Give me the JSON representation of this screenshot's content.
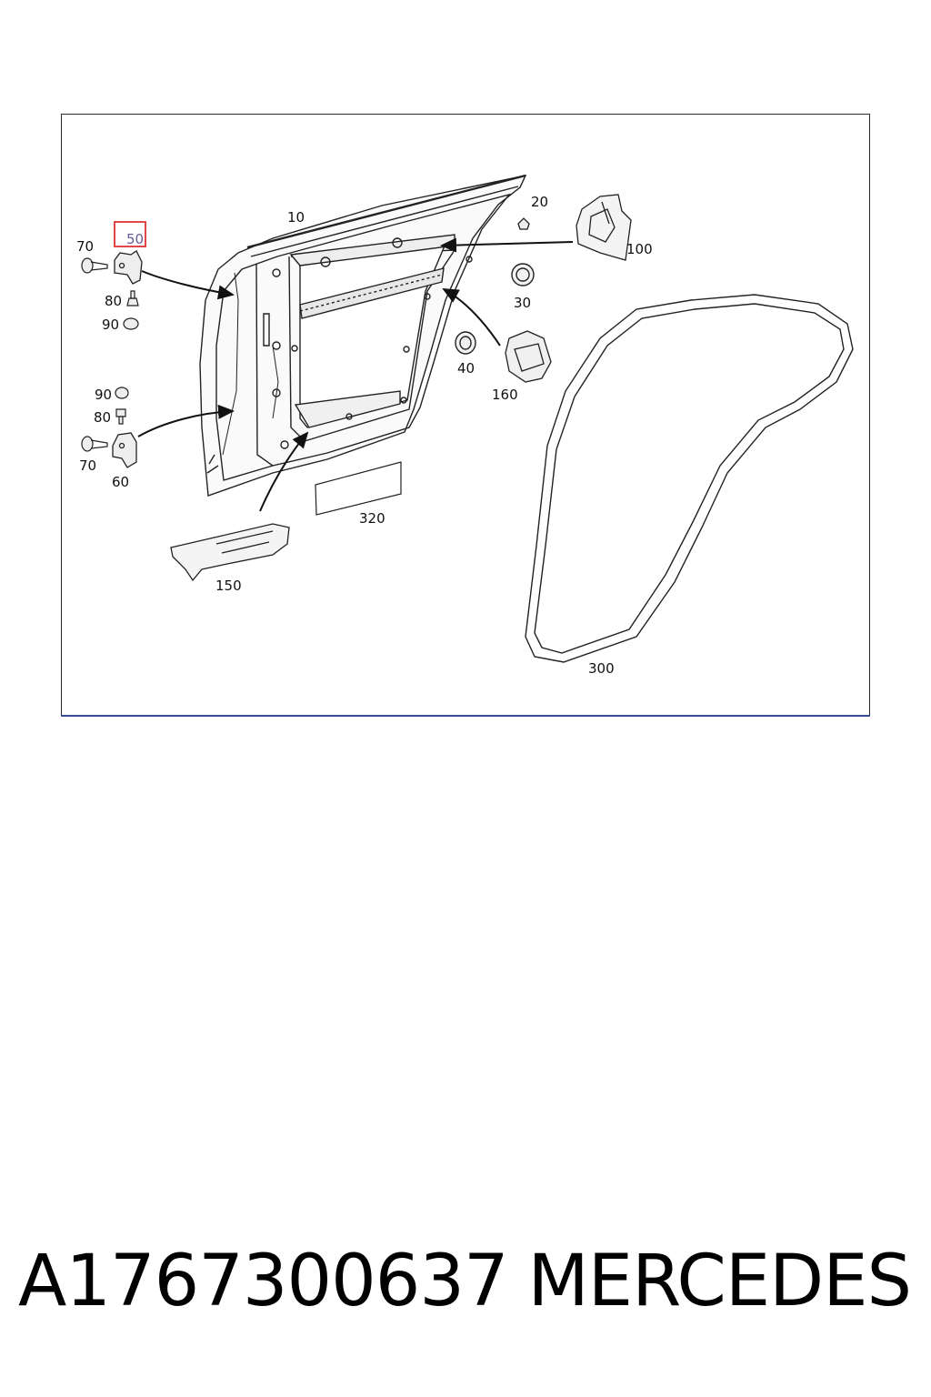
{
  "diagram": {
    "callouts": {
      "c10": "10",
      "c20": "20",
      "c30": "30",
      "c40": "40",
      "c50": "50",
      "c60": "60",
      "c70a": "70",
      "c70b": "70",
      "c80a": "80",
      "c80b": "80",
      "c90a": "90",
      "c90b": "90",
      "c100": "100",
      "c150": "150",
      "c160": "160",
      "c300": "300",
      "c320": "320"
    },
    "highlighted_callout": "50",
    "highlight_color": "#e04848"
  },
  "footer": {
    "part_number": "A1767300637",
    "brand": "MERCEDES"
  }
}
